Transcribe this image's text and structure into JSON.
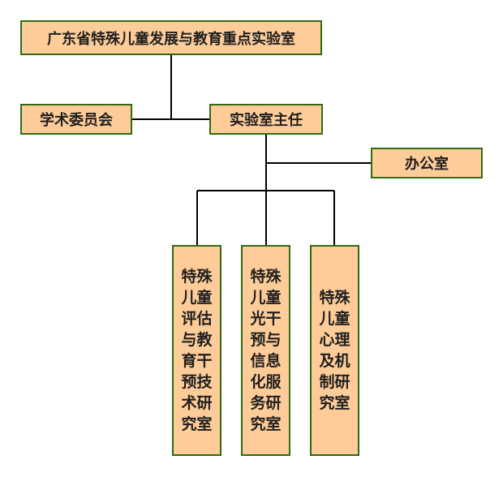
{
  "org_chart": {
    "root": {
      "label": "广东省特殊儿童发展与教育重点实验室"
    },
    "academic_committee": {
      "label": "学术委员会"
    },
    "director": {
      "label": "实验室主任"
    },
    "office": {
      "label": "办公室"
    },
    "labs": [
      {
        "label": "特殊儿童评估与教育干预技术研究室"
      },
      {
        "label": "特殊儿童光干预与信息化服务研究室"
      },
      {
        "label": "特殊儿童心理及机制研究室"
      }
    ]
  },
  "colors": {
    "box_fill": "#fdcc98",
    "box_border": "#2f6b12",
    "connector": "#000000"
  }
}
